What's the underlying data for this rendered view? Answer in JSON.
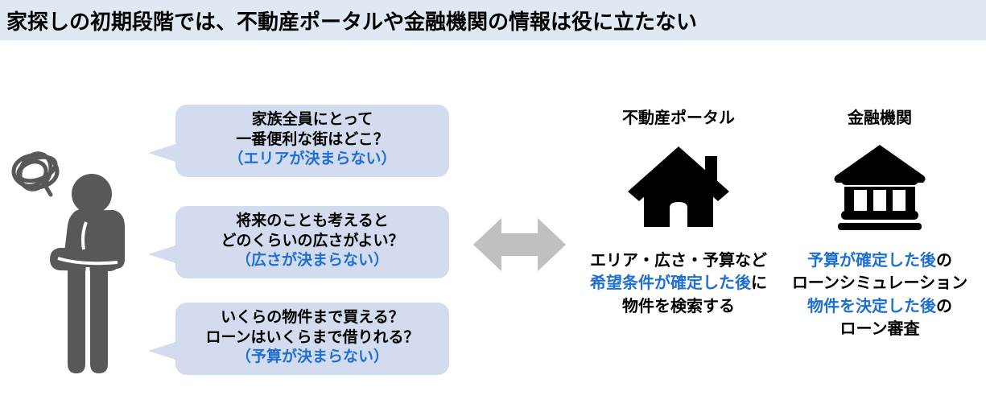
{
  "title": {
    "full": "家探しの初期段階では、不動産ポータルや金融機関の情報は役に立たない",
    "banner_color": "#dee9f3"
  },
  "colors": {
    "bubble_fill": "#d3dcef",
    "accent_blue": "#1f6fd0",
    "figure_gray": "#585858",
    "arrow_gray": "#c0c0c0",
    "icon_black": "#000000"
  },
  "person": {
    "icon_name": "thinking-person-icon",
    "scribble_icon_name": "confusion-scribble-icon"
  },
  "bubbles": [
    {
      "id": "bubble-1",
      "line1": "家族全員にとって",
      "line2": "一番便利な街はどこ？",
      "line3": "（エリアが決まらない）"
    },
    {
      "id": "bubble-2",
      "line1": "将来のことも考えると",
      "line2": "どのくらいの広さがよい？",
      "line3": "（広さが決まらない）"
    },
    {
      "id": "bubble-3",
      "line1": "いくらの物件まで買える？",
      "line2": "ローンはいくらまで借りれる？",
      "line3": "（予算が決まらない）"
    }
  ],
  "arrow": {
    "icon_name": "double-headed-arrow-icon"
  },
  "columns": [
    {
      "id": "col-portal",
      "header": "不動産ポータル",
      "icon_name": "house-icon",
      "line1": "エリア・広さ・予算など",
      "line2_blue": "希望条件が確定した後",
      "line2_black": "に",
      "line3": "物件を検索する",
      "line4_blue": "",
      "line4_black": "",
      "line5": ""
    },
    {
      "id": "col-bank",
      "header": "金融機関",
      "icon_name": "bank-icon",
      "line1": "",
      "line2_blue": "予算が確定した後",
      "line2_black": "の",
      "line3": "ローンシミュレーション",
      "line4_blue": "物件を決定した後",
      "line4_black": "の",
      "line5": "ローン審査"
    }
  ]
}
